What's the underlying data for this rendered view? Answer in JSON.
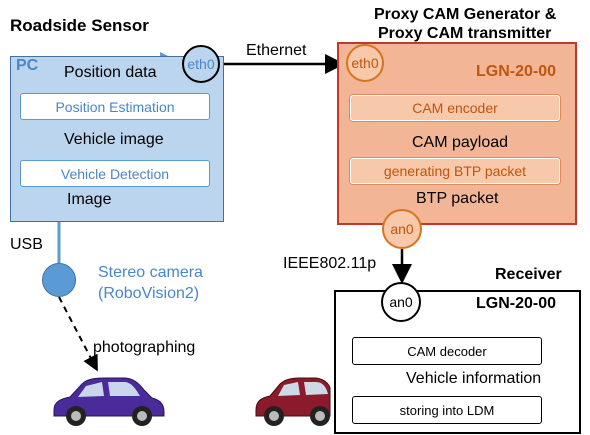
{
  "sensor": {
    "title": "Roadside Sensor",
    "pc_label": "PC",
    "blocks": {
      "position_estimation": "Position Estimation",
      "vehicle_detection": "Vehicle Detection"
    },
    "edges": {
      "position_data": "Position data",
      "vehicle_image": "Vehicle image",
      "image": "Image",
      "usb": "USB"
    },
    "port": "eth0",
    "camera": {
      "line1": "Stereo camera",
      "line2": "(RoboVision2)"
    },
    "photographing": "photographing"
  },
  "link_ethernet": "Ethernet",
  "proxy": {
    "title_line1": "Proxy CAM Generator &",
    "title_line2": "Proxy CAM transmitter",
    "device": "LGN-20-00",
    "port_in": "eth0",
    "blocks": {
      "cam_encoder": "CAM encoder",
      "btp": "generating BTP packet"
    },
    "edges": {
      "cam_payload": "CAM payload",
      "btp_packet": "BTP packet"
    },
    "port_out": "an0"
  },
  "link_wireless": "IEEE802.11p",
  "receiver": {
    "title": "Receiver",
    "device": "LGN-20-00",
    "port": "an0",
    "blocks": {
      "cam_decoder": "CAM decoder",
      "storing": "storing into LDM"
    },
    "edges": {
      "vehicle_information": "Vehicle information"
    }
  },
  "colors": {
    "pc_panel": "#bcd5ee",
    "pc_accent": "#4a86c8",
    "proxy_panel": "#f2b697",
    "proxy_border": "#c0392b",
    "proxy_text": "#c0550e",
    "car_left": "#4b2a9a",
    "car_right": "#8b1a2b"
  }
}
